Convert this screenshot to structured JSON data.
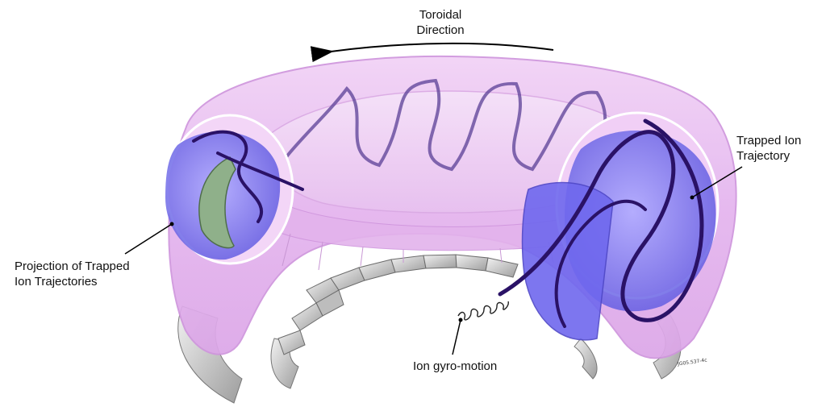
{
  "labels": {
    "toroidal_line1": "Toroidal",
    "toroidal_line2": "Direction",
    "trapped_line1": "Trapped Ion",
    "trapped_line2": "Trajectory",
    "projection_line1": "Projection of Trapped",
    "projection_line2": "Ion Trajectories",
    "gyro": "Ion gyro-motion",
    "code": "JG05.537-4c"
  },
  "colors": {
    "torus": "#e9bdf0",
    "torus_edge": "#cf95dd",
    "cross_section": "#7f7bf0",
    "trajectory": "#3a1f78",
    "projection_fill": "#8fb08a",
    "coil": "#c9c9c9"
  },
  "icons": {
    "arrow": "arrow-left-icon"
  }
}
